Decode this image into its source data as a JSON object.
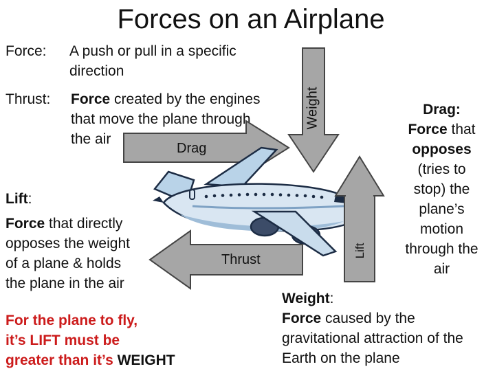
{
  "title": "Forces on an Airplane",
  "force_def": {
    "label": "Force:",
    "text_line1": "A push or pull in a specific",
    "text_line2": "direction"
  },
  "thrust_def": {
    "label": "Thrust:",
    "bold_word": "Force",
    "line1_rest": " created by the engines",
    "line2": "that move the plane through",
    "line3": "the air"
  },
  "lift_def": {
    "label": "Lift",
    "colon": ":",
    "bold_word": "Force",
    "line1_rest": " that directly",
    "line2": "opposes the weight",
    "line3": "of a plane & holds",
    "line4": "the plane in the air"
  },
  "drag_def": {
    "label": "Drag:",
    "bold_word": "Force",
    "line2_rest": " that",
    "line3": "opposes",
    "line4": "(tries to",
    "line5": "stop) the",
    "line6": "plane’s",
    "line7": "motion",
    "line8": "through the",
    "line9": "air"
  },
  "weight_def": {
    "label": "Weight",
    "colon": ":",
    "bold_word": "Force",
    "line1_rest": " caused by the",
    "line2": "gravitational attraction of the",
    "line3": "Earth on the plane"
  },
  "note": {
    "line1": "For the plane to fly,",
    "line2_a": "it’s ",
    "line2_b": "LIFT",
    "line2_c": " must be",
    "line3_a": "greater than it’s ",
    "line3_b": "WEIGHT"
  },
  "arrows": {
    "drag": "Drag",
    "thrust": "Thrust",
    "weight": "Weight",
    "lift": "Lift"
  },
  "colors": {
    "arrow_fill": "#a6a6a6",
    "arrow_stroke": "#444444",
    "note_red": "#cc1b1b"
  }
}
